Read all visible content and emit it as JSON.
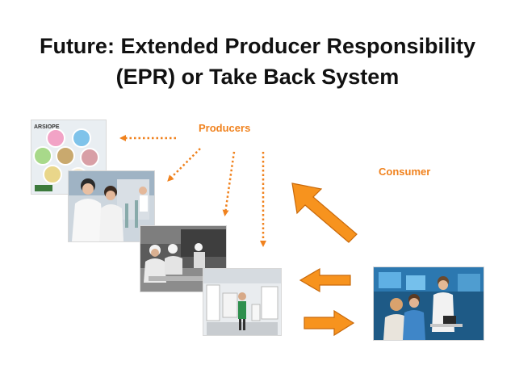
{
  "slide": {
    "title_line1": "Future: Extended Producer Responsibility",
    "title_line2": "(EPR) or Take Back System",
    "producers_label": "Producers",
    "consumer_label": "Consumer"
  },
  "photos": {
    "pellets_brand": "ARSIOPE"
  },
  "colors": {
    "accent": "#f0821e",
    "arrow_fill": "#f7931e",
    "arrow_stroke": "#c8690b",
    "title": "#111111"
  }
}
